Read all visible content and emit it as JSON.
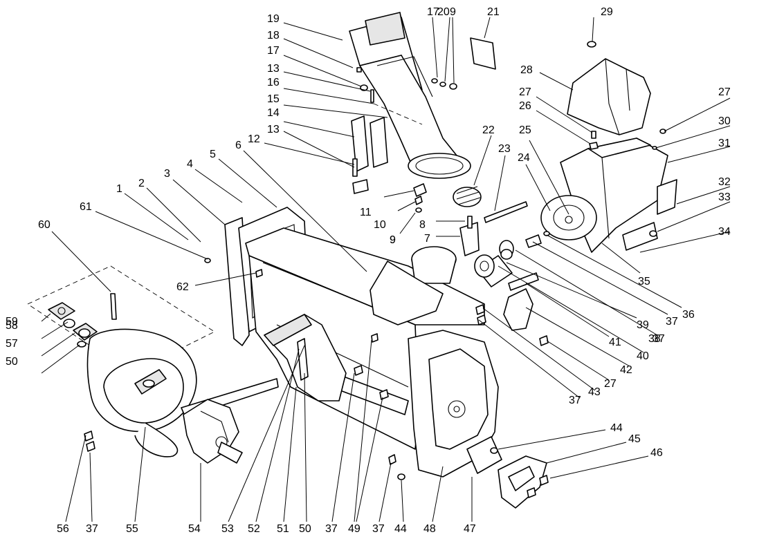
{
  "diagram": {
    "callouts": [
      "1",
      "2",
      "3",
      "4",
      "5",
      "6",
      "7",
      "8",
      "9",
      "9",
      "9",
      "10",
      "11",
      "12",
      "13",
      "13",
      "14",
      "15",
      "16",
      "17",
      "17",
      "18",
      "19",
      "20",
      "21",
      "22",
      "23",
      "24",
      "25",
      "26",
      "27",
      "27",
      "27",
      "28",
      "29",
      "30",
      "31",
      "32",
      "33",
      "34",
      "35",
      "36",
      "37",
      "37",
      "37",
      "37",
      "37",
      "37",
      "38",
      "39",
      "40",
      "41",
      "42",
      "43",
      "44",
      "44",
      "45",
      "46",
      "47",
      "48",
      "49",
      "50",
      "50",
      "51",
      "52",
      "53",
      "54",
      "55",
      "56",
      "57",
      "58",
      "59",
      "60",
      "61",
      "62"
    ]
  }
}
